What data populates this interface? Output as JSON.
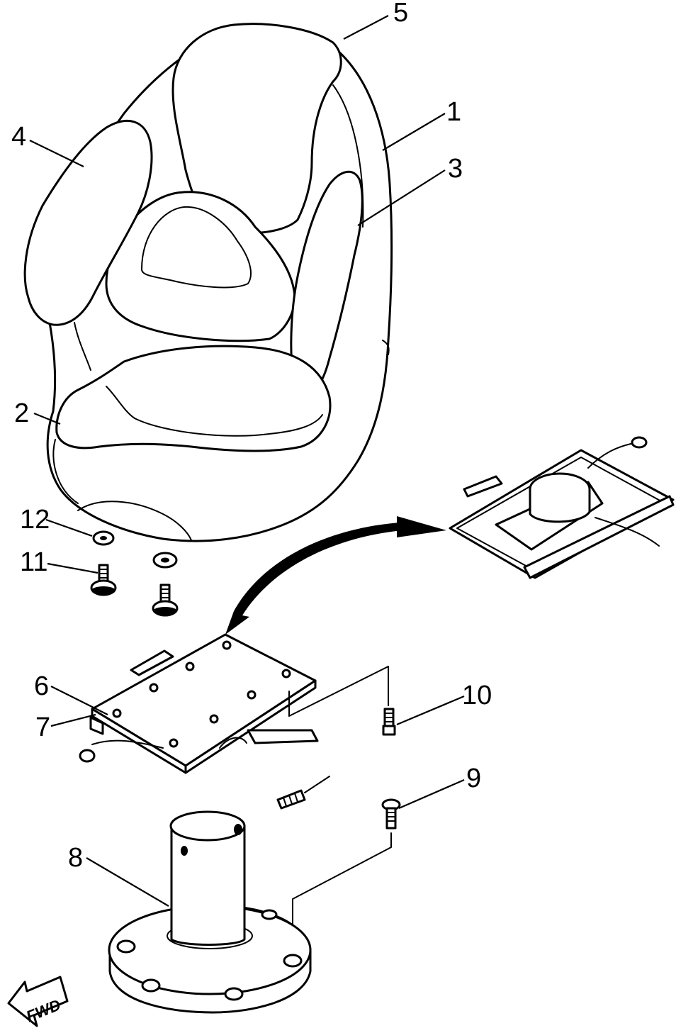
{
  "callouts": {
    "c1": "1",
    "c2": "2",
    "c3": "3",
    "c4": "4",
    "c5": "5",
    "c6": "6",
    "c7": "7",
    "c8": "8",
    "c9": "9",
    "c10": "10",
    "c11": "11",
    "c12": "12"
  },
  "fwd_label": "FWD"
}
